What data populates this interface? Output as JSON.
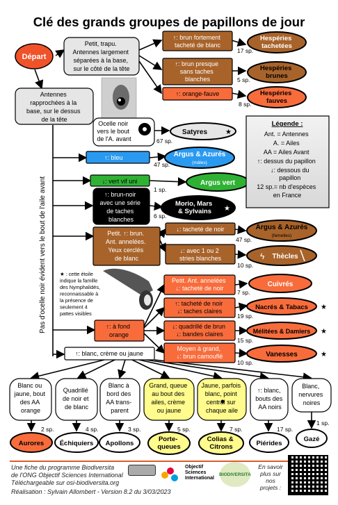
{
  "title": "Clé des grands groupes de papillons de jour",
  "nodes": {
    "depart": "Départ",
    "q_trapu": [
      "Petit, trapu.",
      "Antennes largement",
      "séparées à la base,",
      "sur le côté de la tête"
    ],
    "q_antennes": [
      "Antennes",
      "rapprochées à la",
      "base, sur le dessus",
      "de la tête"
    ],
    "q_ocelle": [
      "Ocelle noir",
      "vers le bout",
      "de l'A. avant"
    ],
    "q_brun_fort": [
      "↑: brun fortement",
      "tacheté de blanc"
    ],
    "q_brun_presque": [
      "↑: brun presque",
      "sans taches",
      "blanches"
    ],
    "q_orange_fauve": "↑: orange-fauve",
    "q_bleu": "↑: bleu",
    "q_vert": "↓: vert vif uni",
    "q_brun_noir": [
      "↑: brun-noir",
      "avec une série",
      "de taches",
      "blanches"
    ],
    "q_petit_brun": [
      "Petit. ↑: brun.",
      "Ant. annelées.",
      "Yeux cerclés",
      "de blanc"
    ],
    "q_tachete_noir": "↓: tacheté de noir",
    "q_stries": [
      "↓: avec 1 ou 2",
      "stries blanches"
    ],
    "q_petit_annelees": [
      "Petit. Ant. annelées",
      "↓: tacheté de noir"
    ],
    "q_fond_orange": [
      "↑: à fond",
      "orange"
    ],
    "q_taches_claires": [
      "↑: tacheté de noir",
      "↓: taches claires"
    ],
    "q_quadrille_brun": [
      "↓: quadrillé de brun",
      "↓: bandes claires"
    ],
    "q_moyen_grand": [
      "Moyen à grand,",
      "↓: brun camouflé"
    ],
    "q_blanc_creme": "↑: blanc, crème ou jaune",
    "q_blanc_jaune_bout": [
      "Blanc ou",
      "jaune, bout",
      "des AA",
      "orange"
    ],
    "q_quadrille_noir": [
      "Quadrillé",
      "de noir et",
      "de blanc"
    ],
    "q_blanc_bord": [
      "Blanc à",
      "bord des",
      "AA trans-",
      "parent"
    ],
    "q_grand_queue": [
      "Grand, queue",
      "au bout des",
      "ailes, crème",
      "ou jaune"
    ],
    "q_jaune_point": [
      "Jaune, parfois",
      "blanc, point",
      "central sur",
      "chaque aile"
    ],
    "q_blanc_bouts": [
      "↑: blanc,",
      "bouts des",
      "AA noirs"
    ],
    "q_blanc_nervures": [
      "Blanc,",
      "nervures",
      "noires"
    ]
  },
  "results": {
    "hesperies_tachetees": [
      "Hespéries",
      "tachetées"
    ],
    "hesperies_brunes": [
      "Hespéries",
      "brunes"
    ],
    "hesperies_fauves": [
      "Hespéries",
      "fauves"
    ],
    "satyres": "Satyres",
    "argus_azures": "Argus & Azurés",
    "argus_azures_sub": "(mâles)",
    "argus_vert": "Argus vert",
    "morio": [
      "Morio, Mars",
      "& Sylvains"
    ],
    "argus_azures_f": "Argus & Azurés",
    "argus_azures_f_sub": "(femelles)",
    "thecles": "Thècles",
    "cuivres": "Cuivrés",
    "nacres": "Nacrés & Tabacs",
    "melitees": "Mélitées & Damiers",
    "vanesses": "Vanesses",
    "aurores": "Aurores",
    "echiquiers": "Échiquiers",
    "apollons": "Apollons",
    "porte_queues": [
      "Porte-",
      "queues"
    ],
    "colias": [
      "Colias &",
      "Citrons"
    ],
    "pierides": "Piérides",
    "gaze": "Gazé"
  },
  "species_counts": {
    "hesperies_tachetees": "17 sp.",
    "hesperies_brunes": "5 sp.",
    "hesperies_fauves": "8 sp.",
    "satyres": "67 sp.",
    "argus_azures": "47 sp.",
    "argus_vert": "1 sp.",
    "morio": "6 sp.",
    "argus_azures_f": "47 sp.",
    "thecles": "10 sp.",
    "cuivres": "7 sp.",
    "nacres": "19 sp.",
    "melitees": "15 sp.",
    "vanesses": "10 sp.",
    "aurores": "2 sp.",
    "echiquiers": "4 sp.",
    "apollons": "3 sp.",
    "porte_queues": "5 sp.",
    "colias": "7 sp.",
    "pierides": "17 sp.",
    "gaze": "1 sp."
  },
  "star_note": [
    "★ : cette étoile",
    "indique la famille",
    "des Nymphalidés,",
    "reconnaissable à",
    "la présence de",
    "seulement 4",
    "pattes visibles"
  ],
  "vertical_label": "Pas d'ocelle noir évident vers le bout de l'aile avant",
  "legend": {
    "title": "Légende :",
    "lines": [
      "Ant. = Antennes",
      "A. = Ailes",
      "AA = Ailes Avant",
      "↑: dessus du papillon",
      "↓: dessous du",
      "papillon",
      "12 sp.= nb d'espèces",
      "en France"
    ]
  },
  "footer": {
    "lines": [
      "Une fiche du programme Biodiversita",
      "de l'ONG Objectif Sciences International",
      "Téléchargeable sur osi-biodiversita.org"
    ],
    "credit": "Réalisation : Sylvain Allombert - Version 8.2 du 3/03/2023",
    "more": [
      "En savoir",
      "plus sur",
      "nos",
      "projets :"
    ],
    "osi_logo": [
      "Objectif",
      "Sciences",
      "International"
    ],
    "biodiversita_logo": "BIODIVERSITA"
  },
  "colors": {
    "depart": "#f0522a",
    "orange_box": "#f86c3c",
    "brown_box": "#a8632a",
    "blue": "#2a9af0",
    "green": "#2fb234",
    "black": "#000000",
    "grey_box": "#e6e6e6",
    "yellow_box": "#fffb8c",
    "accent_line": "#e05a2a"
  }
}
